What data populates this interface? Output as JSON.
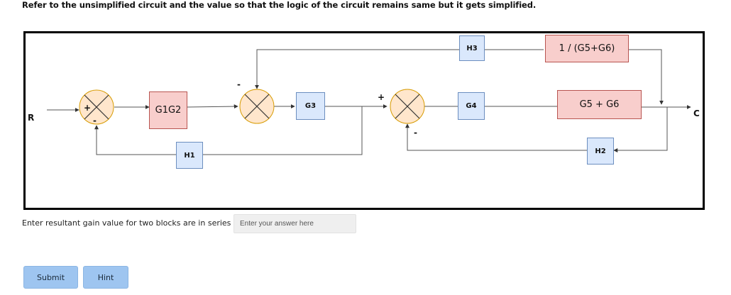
{
  "instruction": "Refer to the unsimplified circuit and the value so that the logic of the circuit remains same but it gets simplified.",
  "diagram": {
    "input_label": "R",
    "output_label": "C",
    "blocks": {
      "g1g2": "G1G2",
      "g3": "G3",
      "g4": "G4",
      "h1": "H1",
      "h2": "H2",
      "h3": "H3",
      "g5_plus_g6": "G5 + G6",
      "inv_g5_g6": "1 / (G5+G6)"
    },
    "signs": {
      "sum1_in": "+",
      "sum1_fb": "-",
      "sum2_fb": "-",
      "sum3_in": "+",
      "sum3_fb": "-"
    },
    "colors": {
      "blue_block": "#dae8fc",
      "pink_block": "#f8cecc",
      "summing_junction": "#ffe6cc"
    }
  },
  "form": {
    "question": "Enter resultant gain value for two blocks are in series :",
    "answer_placeholder": "Enter your answer here",
    "submit_label": "Submit",
    "hint_label": "Hint"
  }
}
